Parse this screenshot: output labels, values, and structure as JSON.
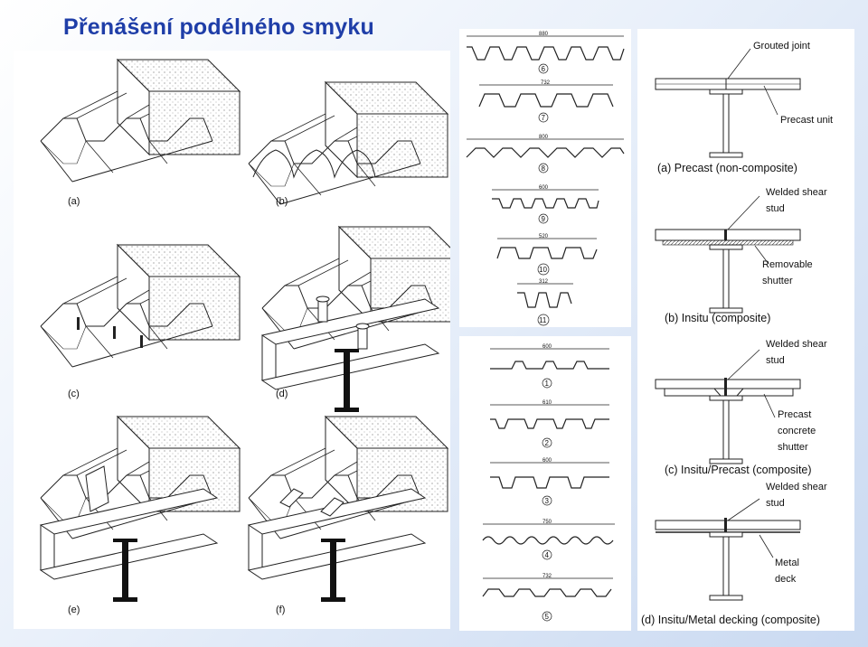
{
  "title": "Přenášení podélného smyku",
  "iso_labels": [
    "(a)",
    "(b)",
    "(c)",
    "(d)",
    "(e)",
    "(f)"
  ],
  "deck_top": [
    {
      "dim": "880",
      "num": "6"
    },
    {
      "dim": "732",
      "num": "7"
    },
    {
      "dim": "800",
      "num": "8"
    },
    {
      "dim": "600",
      "num": "9"
    },
    {
      "dim": "520",
      "num": "10"
    },
    {
      "dim": "312",
      "num": "11"
    }
  ],
  "deck_bottom": [
    {
      "dim": "600",
      "num": "1"
    },
    {
      "dim": "610",
      "num": "2"
    },
    {
      "dim": "600",
      "num": "3"
    },
    {
      "dim": "750",
      "num": "4"
    },
    {
      "dim": "732",
      "num": "5"
    }
  ],
  "sections": {
    "a": {
      "caption": "(a) Precast (non-composite)",
      "label1": "Grouted joint",
      "label2": "Precast unit"
    },
    "b": {
      "caption": "(b) Insitu (composite)",
      "label1a": "Welded shear",
      "label1b": "stud",
      "label2a": "Removable",
      "label2b": "shutter"
    },
    "c": {
      "caption": "(c) Insitu/Precast (composite)",
      "label1a": "Welded shear",
      "label1b": "stud",
      "label2a": "Precast",
      "label2b": "concrete",
      "label2c": "shutter"
    },
    "d": {
      "caption": "(d) Insitu/Metal decking (composite)",
      "label1a": "Welded shear",
      "label1b": "stud",
      "label2a": "Metal",
      "label2b": "deck"
    }
  }
}
